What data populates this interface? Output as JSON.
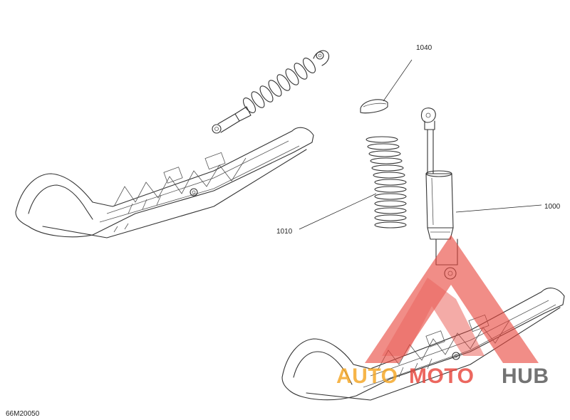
{
  "diagram": {
    "reference_code": "66M20050",
    "callouts": [
      {
        "id": "shock-absorber",
        "label": "1000"
      },
      {
        "id": "spring",
        "label": "1010"
      },
      {
        "id": "spring-stopper",
        "label": "1040"
      }
    ]
  },
  "watermark": {
    "text_auto": "AUTO",
    "text_moto": "MOTO",
    "text_hub": "HUB",
    "colors": {
      "auto": "#f5a623",
      "moto": "#e8463c",
      "hub": "#555555",
      "logo": "#e8463c"
    }
  }
}
